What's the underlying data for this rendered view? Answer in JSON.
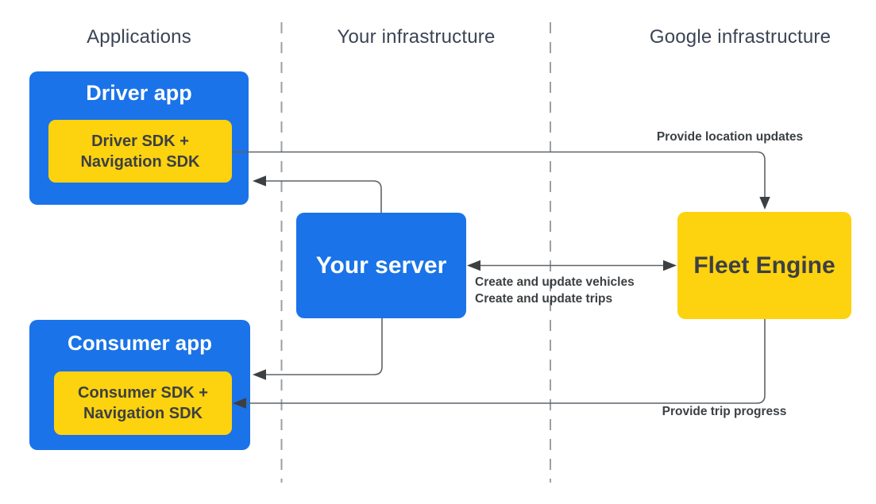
{
  "diagram": {
    "columns": [
      {
        "label": "Applications"
      },
      {
        "label": "Your infrastructure"
      },
      {
        "label": "Google infrastructure"
      }
    ],
    "nodes": {
      "driver_app": {
        "title": "Driver app",
        "sdk_line1": "Driver SDK +",
        "sdk_line2": "Navigation SDK"
      },
      "consumer_app": {
        "title": "Consumer app",
        "sdk_line1": "Consumer SDK +",
        "sdk_line2": "Navigation SDK"
      },
      "your_server": {
        "title": "Your server"
      },
      "fleet_engine": {
        "title": "Fleet Engine"
      }
    },
    "edges": {
      "location_updates": "Provide location updates",
      "vehicles": "Create and update vehicles",
      "trips": "Create and update trips",
      "trip_progress": "Provide trip progress"
    },
    "colors": {
      "blue": "#1a73e8",
      "yellow": "#fdd20f",
      "dark_text": "#3c4043",
      "header_text": "#3b4455",
      "line": "#5f6368",
      "dashed_line": "#9aa0a6"
    }
  }
}
